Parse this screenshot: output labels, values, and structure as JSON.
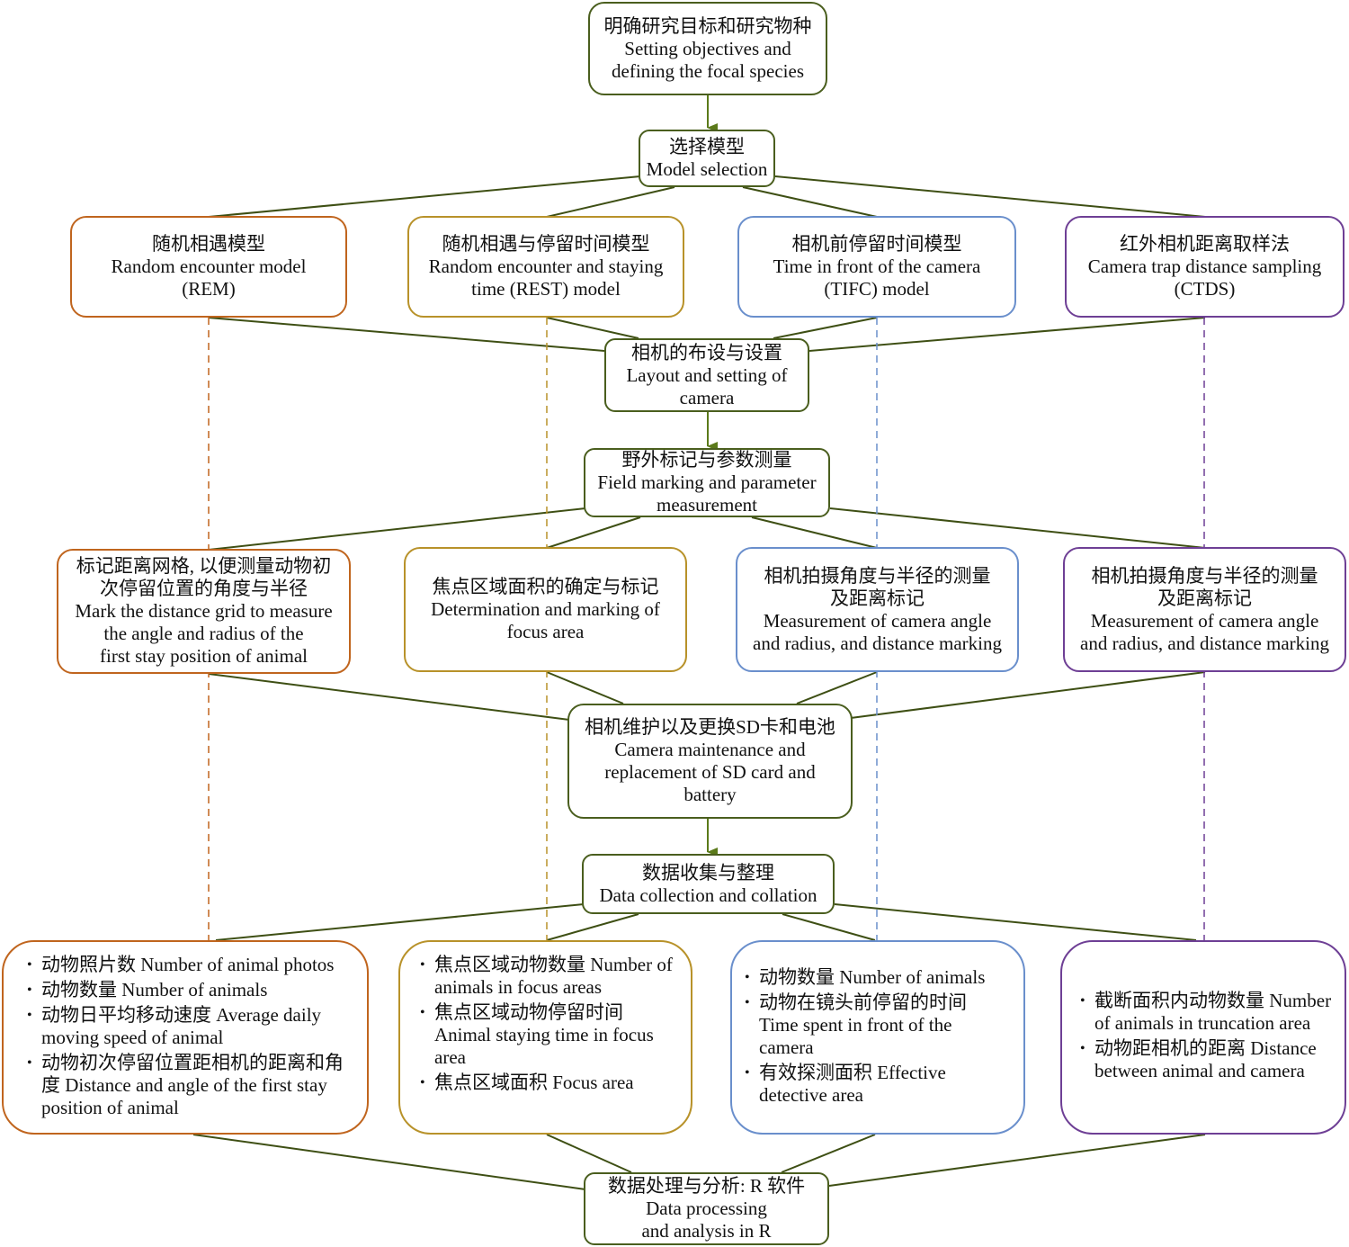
{
  "colors": {
    "main": "#4a5e1e",
    "arrow": "#5b7a1a",
    "rem": "#c0651e",
    "rest": "#b8922a",
    "tifc": "#6a8fcc",
    "ctds": "#6e3f95"
  },
  "steps": {
    "objectives": {
      "zh": "明确研究目标和研究物种",
      "en": "Setting objectives and\ndefining the focal species"
    },
    "model_selection": {
      "zh": "选择模型",
      "en": "Model selection"
    },
    "layout": {
      "zh": "相机的布设与设置",
      "en": "Layout and setting of\ncamera"
    },
    "field_marking": {
      "zh": "野外标记与参数测量",
      "en": "Field marking and parameter\nmeasurement"
    },
    "maintenance": {
      "zh": "相机维护以及更换SD卡和电池",
      "en": "Camera maintenance and\nreplacement of SD card and\nbattery"
    },
    "data_collection": {
      "zh": "数据收集与整理",
      "en": "Data collection and collation"
    },
    "analysis": {
      "zh": "数据处理与分析: R 软件",
      "en": "Data processing\nand analysis in R"
    }
  },
  "models": [
    {
      "id": "rem",
      "zh": "随机相遇模型",
      "en": "Random encounter model\n(REM)"
    },
    {
      "id": "rest",
      "zh": "随机相遇与停留时间模型",
      "en": "Random encounter and staying\ntime (REST) model"
    },
    {
      "id": "tifc",
      "zh": "相机前停留时间模型",
      "en": "Time in front of the camera\n(TIFC) model"
    },
    {
      "id": "ctds",
      "zh": "红外相机距离取样法",
      "en": "Camera trap distance sampling\n(CTDS)"
    }
  ],
  "field_tasks": [
    {
      "id": "rem",
      "zh": "标记距离网格, 以便测量动物初\n次停留位置的角度与半径",
      "en": "Mark the distance grid to measure\nthe angle and radius of the\nfirst stay position of animal"
    },
    {
      "id": "rest",
      "zh": "焦点区域面积的确定与标记",
      "en": "Determination and marking of\nfocus area"
    },
    {
      "id": "tifc",
      "zh": "相机拍摄角度与半径的测量\n及距离标记",
      "en": "Measurement of camera angle\nand radius, and distance marking"
    },
    {
      "id": "ctds",
      "zh": "相机拍摄角度与半径的测量\n及距离标记",
      "en": "Measurement of camera angle\nand radius, and distance marking"
    }
  ],
  "data_lists": [
    {
      "id": "rem",
      "items": [
        "动物照片数 Number of animal photos",
        "动物数量 Number of animals",
        "动物日平均移动速度 Average daily moving speed of animal",
        "动物初次停留位置距相机的距离和角度 Distance and angle of the first stay position of animal"
      ]
    },
    {
      "id": "rest",
      "items": [
        "焦点区域动物数量 Number of animals in focus areas",
        "焦点区域动物停留时间 Animal staying time in focus area",
        "焦点区域面积 Focus area"
      ]
    },
    {
      "id": "tifc",
      "items": [
        "动物数量 Number of animals",
        "动物在镜头前停留的时间 Time spent in front of the camera",
        "有效探测面积 Effective detective area"
      ]
    },
    {
      "id": "ctds",
      "items": [
        "截断面积内动物数量 Number of animals in truncation area",
        "动物距相机的距离 Distance between animal and camera"
      ]
    }
  ]
}
